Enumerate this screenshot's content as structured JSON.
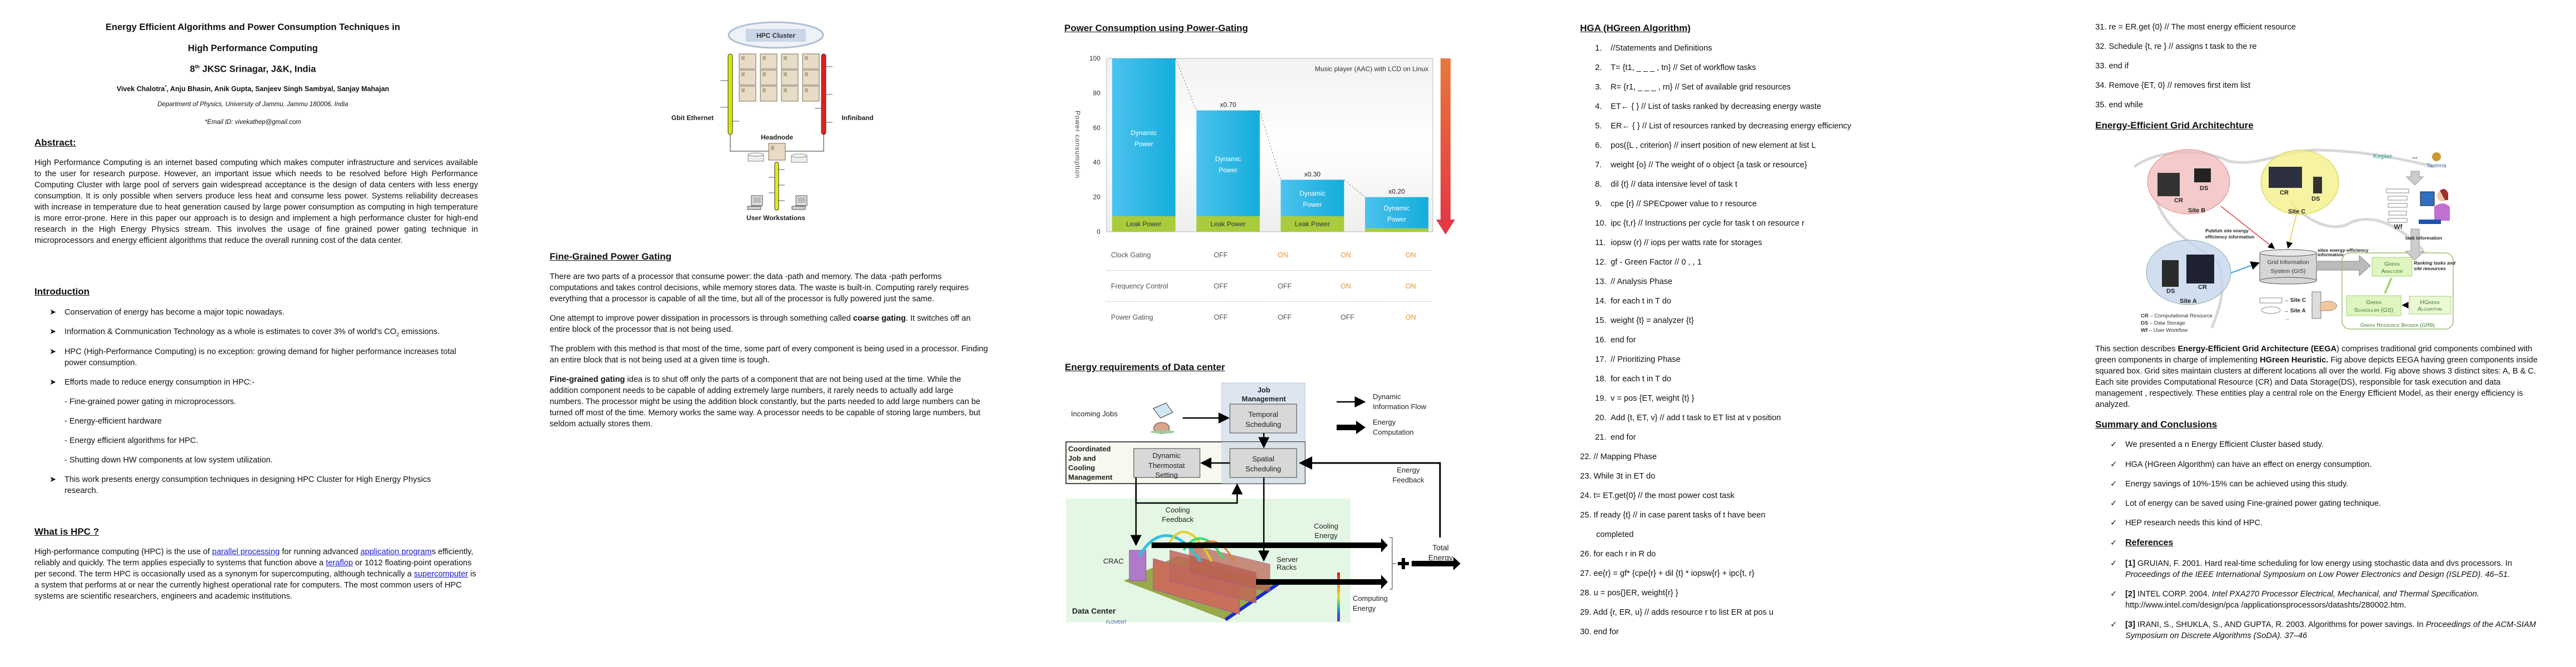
{
  "header": {
    "title_line1": "Energy Efficient Algorithms and Power Consumption Techniques in",
    "title_line2": "High Performance Computing",
    "conference_num": "8",
    "conference_sup": "th",
    "conference_rest": " JKSC Srinagar, J&K, India",
    "author_first": "Vivek Chalotra",
    "author_mark": "*",
    "author_rest": ", Anju Bhasin, Anik Gupta, Sanjeev Singh Sambyal, Sanjay Mahajan",
    "affiliation": "Department of Physics, University of Jammu, Jammu 180006, India",
    "email": "*Email ID: vivekathep@gmail.com"
  },
  "abstract": {
    "heading": "Abstract:",
    "text": "High Performance Computing is an internet based computing which makes computer infrastructure and services available to the user for research purpose. However, an important issue which needs to be resolved before High Performance Computing Cluster with large pool of servers gain widespread acceptance is the design of data centers with less energy consumption. It is only possible when servers produce less heat and consume less power. Systems reliability decreases with increase in temperature due to heat generation caused by large power consumption as computing in high temperature is more error-prone. Here in this paper our approach is to design and implement a high performance cluster for high-end research in the High Energy Physics stream. This involves the usage of fine grained power gating technique in microprocessors and energy efficient algorithms that reduce the overall running cost of the data center."
  },
  "introduction": {
    "heading": "Introduction",
    "bullet_icon": "arrowhead-bullet",
    "b1": "Conservation of energy has become a major topic nowadays.",
    "b2_pre": " Information & Communication Technology as a whole is estimates to cover 3% of world's CO",
    "b2_sub": "2",
    "b2_post": " emissions.",
    "b3": "HPC (High-Performance Computing) is no exception: growing demand for higher performance increases total power consumption.",
    "b4": "Efforts made to reduce energy consumption in HPC:-",
    "sub": [
      " - Fine-grained power gating in microprocessors.",
      "- Energy-efficient hardware",
      "- Energy efficient algorithms for HPC.",
      "- Shutting down HW components at low system utilization."
    ],
    "b5": "This work presents energy consumption techniques in designing HPC Cluster for High Energy Physics research."
  },
  "what_is_hpc": {
    "heading": "What is HPC ?",
    "s1": "High-performance computing (HPC)  is the use of ",
    "l1": "parallel processing",
    "s2": " for running advanced ",
    "l2": "application program",
    "s3": "s efficiently,  reliably and quickly.  The term applies especially to systems that  function above a  ",
    "l3": "teraflop",
    "s4": " or 1012 floating-point  operations per second. The term HPC is occasionally used  as a synonym for supercomputing, although technically a  ",
    "l4": "supercomputer",
    "s5": "  is a system that  performs at or near the  currently highest operational rate for computers.  The most common users of HPC systems are scientific researchers, engineers and academic institutions."
  },
  "hpc_cluster": {
    "title": "HPC Cluster",
    "left_network": "Gbit Ethernet",
    "right_network": "Infiniband",
    "headnode": "Headnode",
    "workstations": "User Workstations",
    "left_color": "#d4e600",
    "right_color": "#e02020"
  },
  "fine_grained": {
    "heading": "Fine-Grained Power Gating",
    "p1": "There are two parts of a processor that consume power: the data -path and memory. The data -path performs computations and takes control decisions, while memory stores data. The waste is built-in. Computing rarely requires everything that a processor is capable of all the time, but all of the processor is fully powered just the same.",
    "p2_pre": "One attempt to improve power dissipation in processors is through something called ",
    "p2_bold": "coarse gating",
    "p2_post": ". It switches off an entire block of the processor that is not being used.",
    "p3": "The problem with this method is that most of the time, some part of every component is being used in a processor. Finding an entire block that is not being used at a given time is tough.",
    "p4_bold": "Fine-grained gating",
    "p4_post": " idea is to shut off only the parts of a component that are not being used at the time. While the addition component needs to be capable of adding extremely large numbers, it rarely needs to actually add large numbers. The processor might be using the addition block constantly, but the parts needed to add large numbers can be turned off most of the time. Memory works the same way. A processor needs to be capable of storing large numbers, but seldom actually stores them."
  },
  "power_gating": {
    "heading": "Power Consumption using Power-Gating",
    "arrow_colors": [
      "#e8783a",
      "#e23a44"
    ]
  },
  "chart_data": {
    "type": "bar",
    "stacked": true,
    "title": "",
    "ylabel": "Power consumption",
    "ylim": [
      0,
      100
    ],
    "yticks": [
      0,
      20,
      40,
      60,
      80,
      100
    ],
    "annotation": "Music player (AAC) with LCD on Linux",
    "series": [
      {
        "name": "Leak Power",
        "values": [
          9,
          9,
          9,
          2
        ],
        "color": "#a8cc3c",
        "labels": [
          "Leak Power",
          "Leak Power",
          "Leak Power",
          ""
        ]
      },
      {
        "name": "Dynamic Power",
        "values": [
          91,
          61,
          21,
          18
        ],
        "color": "#2ab4e4",
        "labels": [
          "Dynamic Power",
          "Dynamic Power",
          "Dynamic Power",
          "Dynamic Power"
        ]
      }
    ],
    "totals": [
      100,
      70,
      30,
      20
    ],
    "bar_labels": [
      "",
      "x0.70",
      "x0.30",
      "x0.20"
    ],
    "grid": false,
    "table": {
      "rows": [
        {
          "label": "Clock Gating",
          "values": [
            "OFF",
            "ON",
            "ON",
            "ON"
          ]
        },
        {
          "label": "Frequency Control",
          "values": [
            "OFF",
            "OFF",
            "ON",
            "ON"
          ]
        },
        {
          "label": "Power Gating",
          "values": [
            "OFF",
            "OFF",
            "OFF",
            "ON"
          ]
        }
      ],
      "on_color": "#e8962a",
      "off_color": "#555555"
    }
  },
  "data_center": {
    "heading": "Energy requirements of Data center",
    "incoming_jobs": "Incoming Jobs",
    "job_mgmt": [
      "Job",
      "Management"
    ],
    "temporal": [
      "Temporal",
      "Scheduling"
    ],
    "spatial": [
      "Spatial",
      "Scheduling"
    ],
    "coordinated": [
      "Coordinated",
      "Job and",
      "Cooling",
      "Management"
    ],
    "thermostat": [
      "Dynamic",
      "Thermostat",
      "Setting"
    ],
    "legend_info": [
      "Dynamic",
      "Information Flow"
    ],
    "legend_energy": [
      "Energy",
      "Computation"
    ],
    "energy_feedback": [
      "Energy",
      "Feedback"
    ],
    "cooling_feedback": [
      "Cooling",
      "Feedback"
    ],
    "cooling_energy": [
      "Cooling",
      "Energy"
    ],
    "total_energy": [
      "Total",
      "Energy"
    ],
    "server_racks": [
      "Server",
      "Racks"
    ],
    "crac": "CRAC",
    "computing_energy": [
      "Computing",
      "Energy"
    ],
    "data_center_label": "Data Center",
    "logo": "FLOVENT"
  },
  "hga": {
    "heading": "HGA (HGreen Algorithm)",
    "items": [
      {
        "num": "1.",
        "text": "//Statements and Definitions"
      },
      {
        "num": "2.",
        "text": "T= {t1, _ _ _ , tn} // Set of workflow tasks"
      },
      {
        "num": "3.",
        "text": "R= {r1, _ _ _ , rn} // Set of available grid resources"
      },
      {
        "num": "4.",
        "text": "ET← { } // List of tasks ranked by decreasing energy waste"
      },
      {
        "num": "5.",
        "text": "ER← { } // List of resources ranked by decreasing energy efficiency"
      },
      {
        "num": "6.",
        "text": "pos({L , criterion} // insert position of new element at list L"
      },
      {
        "num": "7.",
        "text": "weight {o} // The weight of o object {a task or resource}"
      },
      {
        "num": "8.",
        "text": "dil {t} // data intensive level of task t"
      },
      {
        "num": "9.",
        "text": "cpe {r} // SPECpower value to  r resource"
      },
      {
        "num": "10.",
        "text": "ipc {t,r} // Instructions per cycle for task t on resource r"
      },
      {
        "num": "11.",
        "text": "iopsw (r) // iops per watts rate  for storages"
      },
      {
        "num": "12.",
        "text": "gf -  Green Factor // 0 , , 1"
      },
      {
        "num": "13.",
        "text": "// Analysis Phase"
      },
      {
        "num": "14.",
        "text": "for each t in T  do"
      },
      {
        "num": "15.",
        "text": "weight {t} = analyzer {t}"
      },
      {
        "num": "16.",
        "text": "end for"
      },
      {
        "num": "17.",
        "text": "// Prioritizing Phase"
      },
      {
        "num": "18.",
        "text": "for each t in T do"
      },
      {
        "num": "19.",
        "text": "v = pos  {ET, weight {t} }"
      },
      {
        "num": "20.",
        "text": "Add {t, ET, v} // add t task to ET list at v position"
      },
      {
        "num": "21.",
        "text": "end for"
      },
      {
        "num": "22.",
        "text": "// Mapping Phase"
      },
      {
        "num": "23.",
        "text": "While 3t in ET do"
      },
      {
        "num": "24.",
        "text": "t= ET.get{0} // the most power cost task"
      },
      {
        "num": "25.",
        "text": "If ready {t}  // in case parent tasks of t have been"
      },
      {
        "num": "",
        "text": "completed"
      },
      {
        "num": "26.",
        "text": "for  each r in R do"
      },
      {
        "num": "27.",
        "text": "ee{r} = gf* {cpe{r} + dil {t} * iopsw{r}  + ipc{t, r}"
      },
      {
        "num": "28.",
        "text": "u = pos{}ER, weight{r} }"
      },
      {
        "num": "29.",
        "text": "Add {r, ER, u} // adds resource r to list ER at pos u"
      },
      {
        "num": "30.",
        "text": "end for"
      },
      {
        "num": "31.",
        "text": "re = ER.get {0} // The most energy efficient resource"
      },
      {
        "num": "32.",
        "text": "Schedule {t, re } // assigns t task to the re"
      },
      {
        "num": "33.",
        "text": "end if"
      },
      {
        "num": "34.",
        "text": "Remove {ET, 0} // removes first item list"
      },
      {
        "num": "35.",
        "text": "end while"
      }
    ]
  },
  "grid_arch": {
    "heading": "Energy-Efficient Grid  Architechture",
    "site_b": "Site B",
    "site_c": "Site C",
    "site_a": "Site A",
    "cr": "CR",
    "ds": "DS",
    "publish": [
      "Publish site energy",
      "efficiency information"
    ],
    "gis": [
      "Grid Information",
      "System (GIS)"
    ],
    "sites_info": [
      "sites energy-efficiency",
      "information"
    ],
    "kepler": "Kepler",
    "ellipsis": "...",
    "taverna": "Taverna",
    "wf": "Wf",
    "task_info": "task information",
    "green_analyzer": [
      "Green",
      "Analyzer"
    ],
    "ranking": [
      "Ranking tasks and",
      "site resources"
    ],
    "green_scheduler": [
      "Green",
      "Scheduler (GS)"
    ],
    "hgreen_algorithm": [
      "HGreen",
      "Algorithm"
    ],
    "grb": "Green Resource Broker (GRB)",
    "assign_c": "→ Site C",
    "assign_a": "→ Site A",
    "assign_more": "...",
    "legend": [
      {
        "abbr": "CR",
        "text": " – Computational Resource"
      },
      {
        "abbr": "DS",
        "text": " – Data Storage"
      },
      {
        "abbr": "Wf",
        "text": " – User Workflow"
      }
    ],
    "p_pre": "This section describes ",
    "p_b1": "Energy-Efficient Grid Architecture (EEGA",
    "p_mid1": ") comprises traditional grid components combined with green components in charge of implementing ",
    "p_b2": "HGreen Heuristic.",
    "p_post": " Fig above depicts EEGA having green components inside squared box. Grid sites maintain clusters at different locations all over the world. Fig above shows 3 distinct sites: A, B & C. Each site provides Computational Resource (CR) and Data Storage(DS), responsible for task execution and data management , respectively. These entities play a central role on the Energy Efficient Model, as their energy efficiency is analyzed."
  },
  "summary": {
    "heading": "Summary and Conclusions",
    "bullet_icon": "check-mark",
    "items": [
      "We presented a n Energy Efficient Cluster based study.",
      "HGA (HGreen Algorithm) can have an effect on energy consumption.",
      "Energy savings of 10%-15%  can be achieved using this study.",
      "Lot of energy can be saved using Fine-grained power gating technique.",
      "HEP research needs this kind of HPC."
    ]
  },
  "references": {
    "heading": "References",
    "r1_num": "[1]",
    "r1_a": " GRUIAN, F. 2001. Hard real-time scheduling for low energy using stochastic data and dvs processors. In ",
    "r1_i": "Proceedings of the IEEE International Symposium on Low Power Electronics and Design (ISLPED). 46–51.",
    "r2_num": "[2]",
    "r2_a": " INTEL CORP. 2004. ",
    "r2_i": "Intel PXA270 Processor Electrical, Mechanical, and Thermal Specification.",
    "r2_b": " http://www.intel.com/design/pca   /applicationsprocessors/datashts/280002.htm.",
    "r3_num": "[3]",
    "r3_a": " IRANI, S., SHUKLA, S., AND GUPTA, R. 2003. Algorithms for power savings. In ",
    "r3_i": "Proceedings of the ACM-SIAM Symposium on Discrete Algorithms (SoDA). 37–46"
  }
}
